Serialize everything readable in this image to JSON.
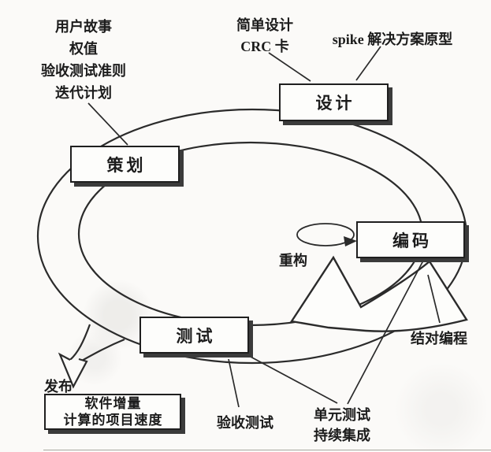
{
  "diagram": {
    "title_hint": "XP process cycle",
    "boxes": {
      "planning": {
        "label": "策划"
      },
      "design": {
        "label": "设计"
      },
      "coding": {
        "label": "编码"
      },
      "testing": {
        "label": "测试"
      }
    },
    "increment_box": {
      "line1": "软件增量",
      "line2": "计算的项目速度"
    },
    "labels": {
      "planning_inputs": [
        "用户故事",
        "权值",
        "验收测试准则",
        "迭代计划"
      ],
      "design_inputs": [
        "简单设计",
        "CRC 卡"
      ],
      "spike": "spike 解决方案原型",
      "refactor": "重构",
      "pair_programming": "结对编程",
      "release": "发布",
      "acceptance_test": "验收测试",
      "unit_test": "单元测试",
      "continuous_integration": "持续集成"
    },
    "colors": {
      "ink": "#2b2b2b",
      "paper": "#fbfaf8",
      "box_shadow": "#3b3b3b"
    }
  }
}
